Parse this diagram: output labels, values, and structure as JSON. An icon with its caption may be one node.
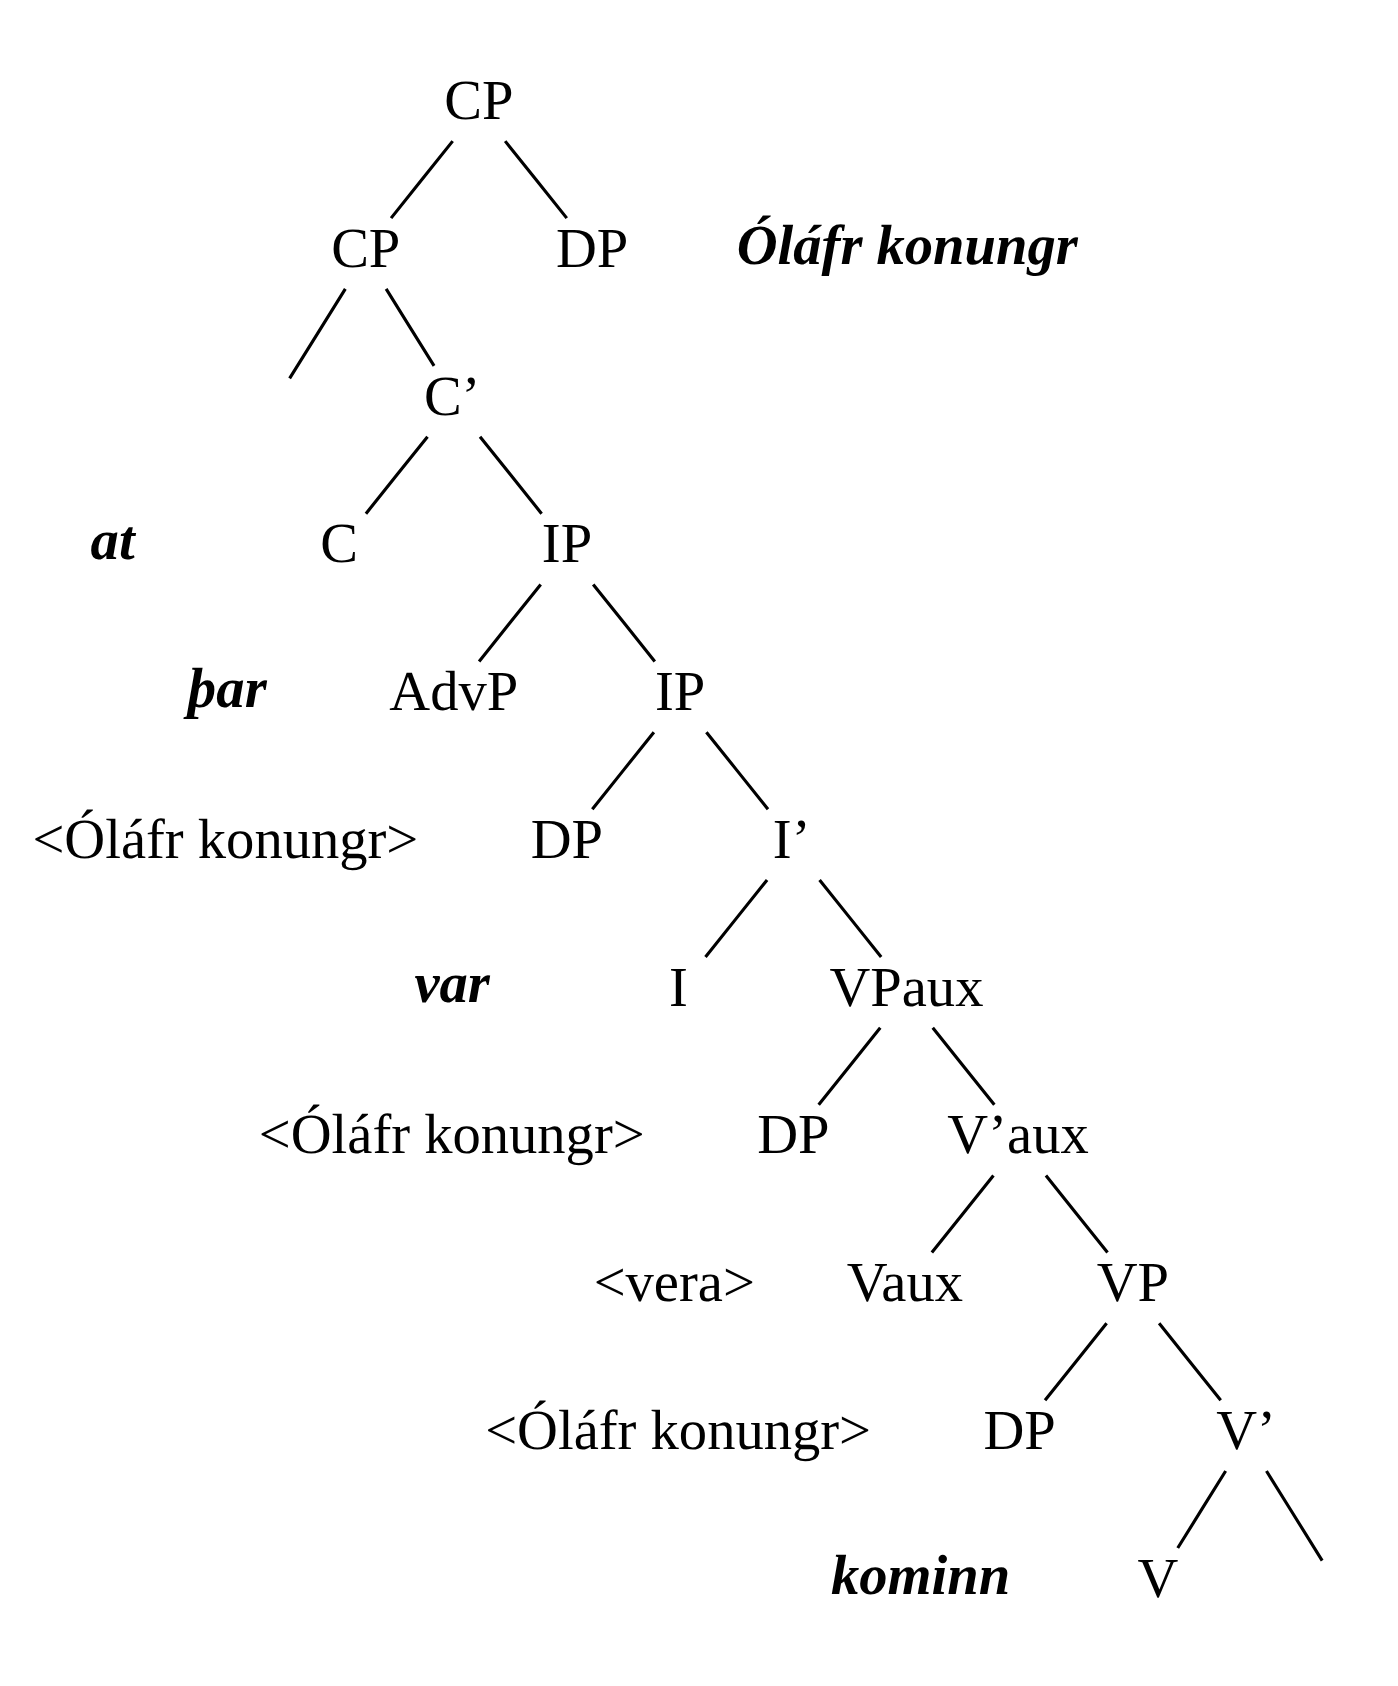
{
  "diagram": {
    "nodes": [
      {
        "text": [
          "CP"
        ]
      },
      {
        "text": [
          "CP"
        ]
      },
      {
        "text": [
          "DP"
        ],
        "beside": [
          "Óláfr konungr"
        ]
      },
      {
        "text": [
          "C’"
        ]
      },
      {
        "text": [
          "C"
        ],
        "beside": [
          "at"
        ]
      },
      {
        "text": [
          "IP"
        ]
      },
      {
        "text": [
          "AdvP"
        ],
        "beside": [
          "þar"
        ]
      },
      {
        "text": [
          "IP"
        ]
      },
      {
        "text": [
          "DP"
        ],
        "beside": [
          "<Óláfr konungr>"
        ]
      },
      {
        "text": [
          "I’"
        ]
      },
      {
        "text": [
          "I"
        ],
        "beside": [
          "var"
        ]
      },
      {
        "text": [
          "VPaux"
        ]
      },
      {
        "text": [
          "DP"
        ],
        "beside": [
          "<Óláfr konungr>"
        ]
      },
      {
        "text": [
          "V’aux"
        ]
      },
      {
        "text": [
          "Vaux"
        ],
        "beside": [
          "<vera>"
        ]
      },
      {
        "text": [
          "VP"
        ]
      },
      {
        "text": [
          "DP"
        ],
        "beside": [
          "<Óláfr konungr>"
        ]
      },
      {
        "text": [
          "V’"
        ]
      },
      {
        "text": [
          "V"
        ],
        "beside": [
          "kominn"
        ]
      }
    ],
    "edges": [
      {
        "from": 0,
        "to": 1,
        "arrow": "none"
      },
      {
        "from": 0,
        "to": 2,
        "arrow": "none"
      },
      {
        "from": 1,
        "to": null,
        "arrow": "none"
      },
      {
        "from": 1,
        "to": 3,
        "arrow": "none"
      },
      {
        "from": 3,
        "to": 4,
        "arrow": "none"
      },
      {
        "from": 3,
        "to": 5,
        "arrow": "none"
      },
      {
        "from": 5,
        "to": 6,
        "arrow": "none"
      },
      {
        "from": 5,
        "to": 7,
        "arrow": "none"
      },
      {
        "from": 7,
        "to": 8,
        "arrow": "none"
      },
      {
        "from": 7,
        "to": 9,
        "arrow": "none"
      },
      {
        "from": 9,
        "to": 10,
        "arrow": "none"
      },
      {
        "from": 9,
        "to": 11,
        "arrow": "none"
      },
      {
        "from": 11,
        "to": 12,
        "arrow": "none"
      },
      {
        "from": 11,
        "to": 13,
        "arrow": "none"
      },
      {
        "from": 13,
        "to": 14,
        "arrow": "none"
      },
      {
        "from": 13,
        "to": 15,
        "arrow": "none"
      },
      {
        "from": 15,
        "to": 16,
        "arrow": "none"
      },
      {
        "from": 15,
        "to": 17,
        "arrow": "none"
      },
      {
        "from": 17,
        "to": 18,
        "arrow": "none"
      },
      {
        "from": 17,
        "to": null,
        "arrow": "none"
      }
    ]
  }
}
